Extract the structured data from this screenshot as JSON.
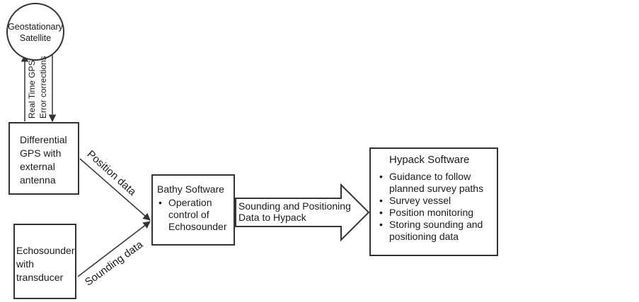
{
  "satellite": {
    "line1": "Geostationary",
    "line2": "Satellite"
  },
  "dgps": {
    "line1": "Differential",
    "line2": "GPS with",
    "line3": "external",
    "line4": "antenna"
  },
  "echosounder": {
    "line1": "Echosounder",
    "line2": "with",
    "line3": "transducer"
  },
  "bathy": {
    "title": "Bathy Software",
    "item_line1": "Operation",
    "item_line2": "control of",
    "item_line3": "Echosounder"
  },
  "hypack": {
    "title": "Hypack Software",
    "items": [
      {
        "line1": "Guidance to follow",
        "line2": "planned survey paths"
      },
      {
        "line1": "Survey vessel"
      },
      {
        "line1": "Position monitoring"
      },
      {
        "line1": "Storing sounding and",
        "line2": "positioning data"
      }
    ]
  },
  "labels": {
    "realtime_gps": "Real Time GPS",
    "error_corrections": "Error corrections",
    "position_data": "Position data",
    "sounding_data": "Sounding data",
    "big_arrow_line1": "Sounding and Positioning",
    "big_arrow_line2": "Data to Hypack"
  }
}
